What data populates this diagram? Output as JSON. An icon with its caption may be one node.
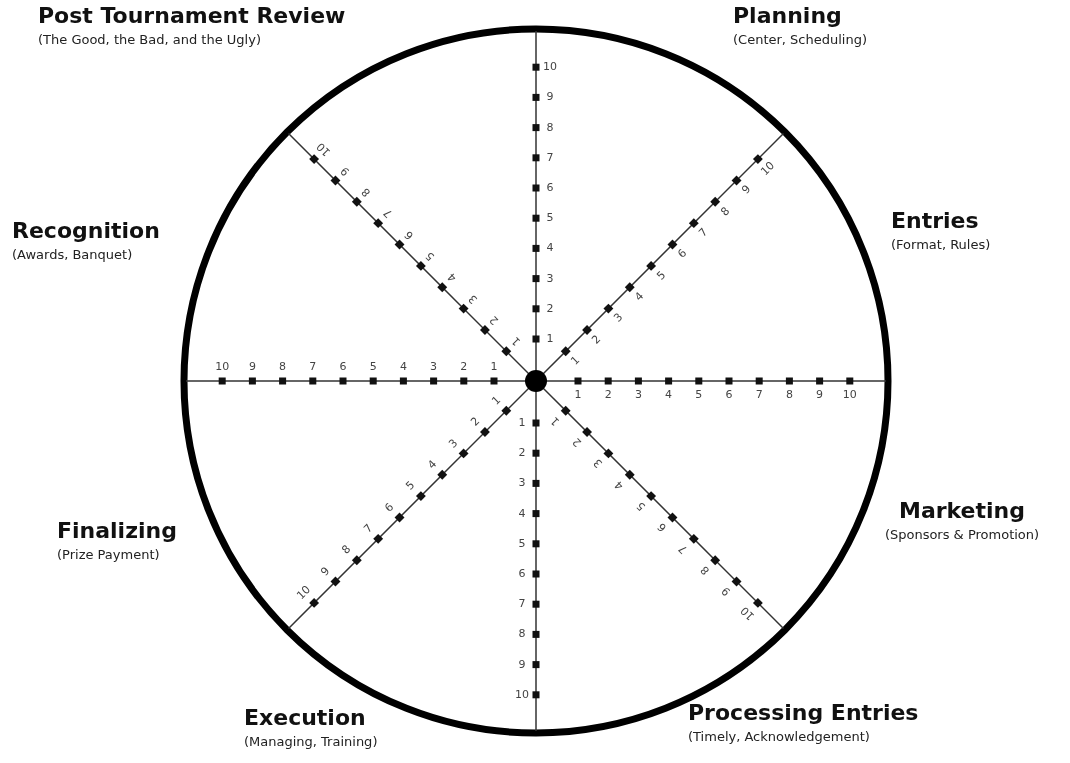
{
  "diagram": {
    "nodes": [
      {
        "text": [
          "Post Tournament Review",
          "(The Good, the Bad, and the Ugly)"
        ]
      },
      {
        "text": [
          "Planning",
          "(Center, Scheduling)"
        ]
      },
      {
        "text": [
          "Recognition",
          "(Awards, Banquet)"
        ]
      },
      {
        "text": [
          "Entries",
          "(Format, Rules)"
        ]
      },
      {
        "text": [
          "Marketing",
          "(Sponsors & Promotion)"
        ]
      },
      {
        "text": [
          "Finalizing",
          "(Prize Payment)"
        ]
      },
      {
        "text": [
          "Processing Entries",
          "(Timely, Acknowledgement)"
        ]
      },
      {
        "text": [
          "Execution",
          "(Managing, Training)"
        ]
      }
    ],
    "edges": [],
    "labels": [
      "1",
      "2",
      "3",
      "4",
      "5",
      "6",
      "7",
      "8",
      "9",
      "10",
      "1",
      "2",
      "3",
      "4",
      "5",
      "6",
      "7",
      "8",
      "9",
      "10",
      "1",
      "2",
      "3",
      "4",
      "5",
      "6",
      "7",
      "8",
      "9",
      "10",
      "1",
      "2",
      "3",
      "4",
      "5",
      "6",
      "7",
      "8",
      "9",
      "10",
      "1",
      "2",
      "3",
      "4",
      "5",
      "6",
      "7",
      "8",
      "9",
      "10",
      "1",
      "2",
      "3",
      "4",
      "5",
      "6",
      "7",
      "8",
      "9",
      "10",
      "1",
      "2",
      "3",
      "4",
      "5",
      "6",
      "7",
      "8",
      "9",
      "10",
      "1",
      "2",
      "3",
      "4",
      "5",
      "6",
      "7",
      "8",
      "9",
      "10"
    ]
  }
}
